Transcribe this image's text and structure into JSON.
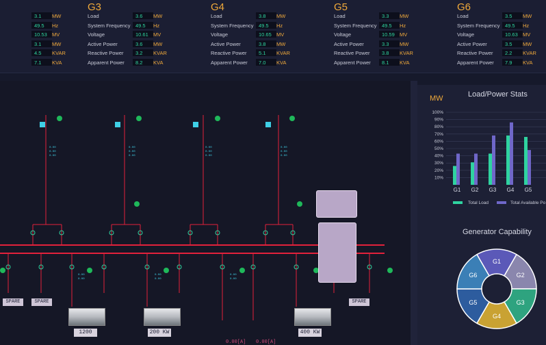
{
  "generators": [
    {
      "id": "g2",
      "title": "",
      "rows": [
        {
          "label": "",
          "value": "3.1",
          "unit": "MW"
        },
        {
          "label": "",
          "value": "49.5",
          "unit": "Hz"
        },
        {
          "label": "",
          "value": "10.53",
          "unit": "MV"
        },
        {
          "label": "",
          "value": "3.1",
          "unit": "MW"
        },
        {
          "label": "",
          "value": "4.5",
          "unit": "KVAR"
        },
        {
          "label": "",
          "value": "7.1",
          "unit": "KVA"
        }
      ]
    },
    {
      "id": "g3",
      "title": "G3",
      "rows": [
        {
          "label": "Load",
          "value": "3.6",
          "unit": "MW"
        },
        {
          "label": "System Frequency",
          "value": "49.5",
          "unit": "Hz"
        },
        {
          "label": "Voltage",
          "value": "10.61",
          "unit": "MV"
        },
        {
          "label": "Active Power",
          "value": "3.6",
          "unit": "MW"
        },
        {
          "label": "Reactive Power",
          "value": "3.2",
          "unit": "KVAR"
        },
        {
          "label": "Apparent Power",
          "value": "8.2",
          "unit": "KVA"
        }
      ]
    },
    {
      "id": "g4",
      "title": "G4",
      "rows": [
        {
          "label": "Load",
          "value": "3.8",
          "unit": "MW"
        },
        {
          "label": "System Frequency",
          "value": "49.5",
          "unit": "Hz"
        },
        {
          "label": "Voltage",
          "value": "10.65",
          "unit": "MV"
        },
        {
          "label": "Active Power",
          "value": "3.8",
          "unit": "MW"
        },
        {
          "label": "Reactive Power",
          "value": "5.1",
          "unit": "KVAR"
        },
        {
          "label": "Apparent Power",
          "value": "7.0",
          "unit": "KVA"
        }
      ]
    },
    {
      "id": "g5",
      "title": "G5",
      "rows": [
        {
          "label": "Load",
          "value": "3.3",
          "unit": "MW"
        },
        {
          "label": "System Frequency",
          "value": "49.5",
          "unit": "Hz"
        },
        {
          "label": "Voltage",
          "value": "10.59",
          "unit": "MV"
        },
        {
          "label": "Active Power",
          "value": "3.3",
          "unit": "MW"
        },
        {
          "label": "Reactive Power",
          "value": "3.8",
          "unit": "KVAR"
        },
        {
          "label": "Apparent Power",
          "value": "8.1",
          "unit": "KVA"
        }
      ]
    },
    {
      "id": "g6",
      "title": "G6",
      "rows": [
        {
          "label": "Load",
          "value": "3.5",
          "unit": "MW"
        },
        {
          "label": "System Frequency",
          "value": "49.5",
          "unit": "Hz"
        },
        {
          "label": "Voltage",
          "value": "10.63",
          "unit": "MV"
        },
        {
          "label": "Active Power",
          "value": "3.5",
          "unit": "MW"
        },
        {
          "label": "Reactive Power",
          "value": "2.2",
          "unit": "KVAR"
        },
        {
          "label": "Apparent Power",
          "value": "7.9",
          "unit": "KVA"
        }
      ]
    }
  ],
  "diagram": {
    "spare_labels": [
      "SPARE",
      "SPARE",
      "SPARE"
    ],
    "kw_labels": [
      "1200",
      "200 KW",
      "400 KW"
    ],
    "bottom_readouts": [
      "0.00[A]",
      "0.00[A]"
    ]
  },
  "colors": {
    "load": "#2fd3a0",
    "available": "#6f67c9",
    "accent": "#f0a93a",
    "busbar": "#e3213b"
  },
  "chart_data": [
    {
      "type": "bar",
      "title": "Load/Power Stats",
      "unit_label": "MW",
      "categories": [
        "G1",
        "G2",
        "G3",
        "G4",
        "G5"
      ],
      "series": [
        {
          "name": "Total Load",
          "values": [
            26,
            31,
            43,
            68,
            66
          ]
        },
        {
          "name": "Total Available Po",
          "values": [
            43,
            43,
            68,
            86,
            48
          ]
        }
      ],
      "y_ticks": [
        "10%",
        "20%",
        "30%",
        "40%",
        "50%",
        "60%",
        "70%",
        "80%",
        "90%",
        "100%"
      ],
      "ylim": [
        0,
        100
      ]
    },
    {
      "type": "pie",
      "title": "Generator Capability",
      "categories": [
        "G1",
        "G2",
        "G3",
        "G4",
        "G5",
        "G6"
      ],
      "values": [
        1,
        1,
        1,
        1,
        1,
        1
      ],
      "colors": [
        "#5b59b8",
        "#8a86ad",
        "#2ea37f",
        "#c9a233",
        "#2d5c9e",
        "#3b7fb6"
      ]
    }
  ]
}
